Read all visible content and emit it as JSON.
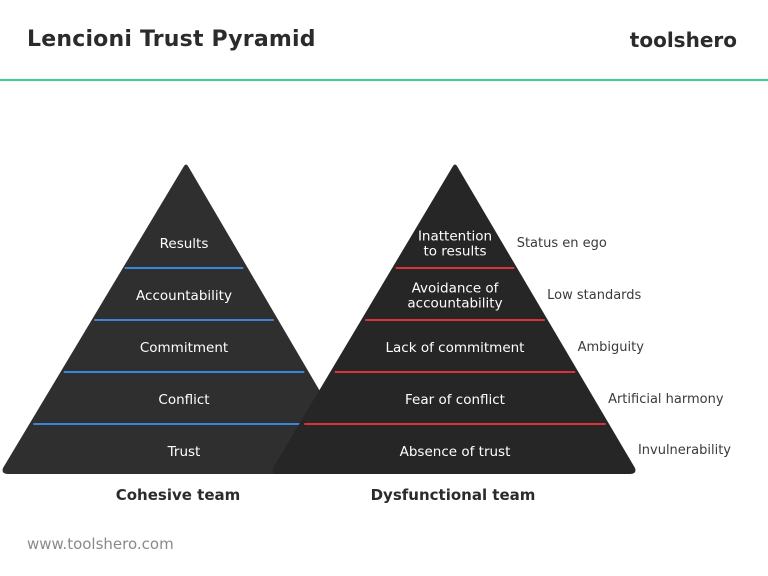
{
  "header": {
    "title": "Lencioni Trust Pyramid",
    "brand": "toolshero"
  },
  "cohesive": {
    "caption": "Cohesive team",
    "fill": "#2f2f2f",
    "line_color": "#3a86d8",
    "layers": [
      "Results",
      "Accountability",
      "Commitment",
      "Conflict",
      "Trust"
    ]
  },
  "dysfunctional": {
    "caption": "Dysfunctional team",
    "fill": "#262626",
    "line_color": "#d9323a",
    "layers": [
      [
        "Inattention",
        "to results"
      ],
      [
        "Avoidance of",
        "accountability"
      ],
      [
        "Lack of commitment"
      ],
      [
        "Fear of conflict"
      ],
      [
        "Absence of trust"
      ]
    ],
    "side_labels": [
      "Status en ego",
      "Low standards",
      "Ambiguity",
      "Artificial harmony",
      "Invulnerability"
    ]
  },
  "footer": {
    "url": "www.toolshero.com"
  }
}
